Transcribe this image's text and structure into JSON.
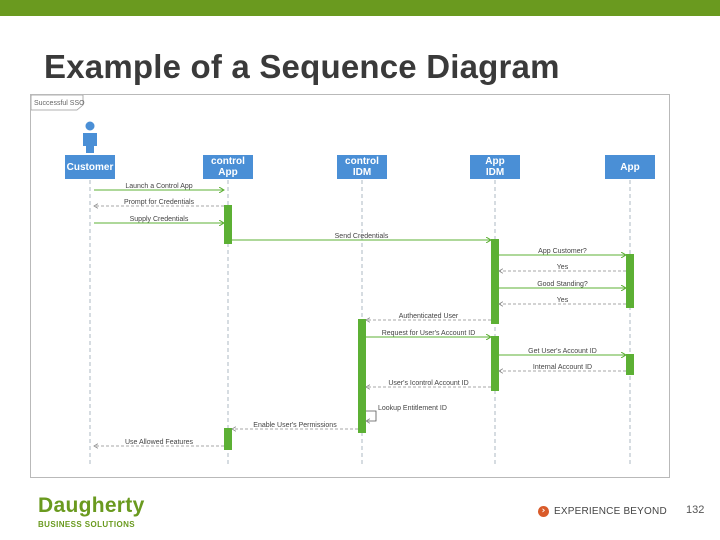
{
  "slide": {
    "title": "Example of a Sequence Diagram",
    "page_number": "132"
  },
  "branding": {
    "company_name": "Daugherty",
    "company_sub": "BUSINESS SOLUTIONS",
    "tagline": "EXPERIENCE BEYOND",
    "brand_color": "#6a9a1f",
    "accent_color": "#d95b2a"
  },
  "diagram": {
    "frame_label": "Successful SSO",
    "colors": {
      "header": "#4a8fd6",
      "activation": "#5cb034",
      "lifeline": "#9aa7b5"
    },
    "actor_icon": "person-icon",
    "participants": [
      {
        "id": "customer",
        "lines": [
          "Customer"
        ]
      },
      {
        "id": "control_app",
        "lines": [
          "control",
          "App"
        ]
      },
      {
        "id": "control_idm",
        "lines": [
          "control",
          "IDM"
        ]
      },
      {
        "id": "app_idm",
        "lines": [
          "App",
          "IDM"
        ]
      },
      {
        "id": "app",
        "lines": [
          "App"
        ]
      }
    ],
    "messages": [
      {
        "label": "Launch a Control App",
        "from": "customer",
        "to": "control_app",
        "kind": "call"
      },
      {
        "label": "Prompt for Credentials",
        "from": "control_app",
        "to": "customer",
        "kind": "return"
      },
      {
        "label": "Supply Credentials",
        "from": "customer",
        "to": "control_app",
        "kind": "call"
      },
      {
        "label": "Send Credentials",
        "from": "control_app",
        "to": "app_idm",
        "kind": "call"
      },
      {
        "label": "App Customer?",
        "from": "app_idm",
        "to": "app",
        "kind": "call"
      },
      {
        "label": "Yes",
        "from": "app",
        "to": "app_idm",
        "kind": "return"
      },
      {
        "label": "Good Standing?",
        "from": "app_idm",
        "to": "app",
        "kind": "call"
      },
      {
        "label": "Yes",
        "from": "app",
        "to": "app_idm",
        "kind": "return"
      },
      {
        "label": "Authenticated User",
        "from": "app_idm",
        "to": "control_idm",
        "kind": "return"
      },
      {
        "label": "Request for User's Account ID",
        "from": "control_idm",
        "to": "app_idm",
        "kind": "call"
      },
      {
        "label": "Get User's Account ID",
        "from": "app_idm",
        "to": "app",
        "kind": "call"
      },
      {
        "label": "Internal Account ID",
        "from": "app",
        "to": "app_idm",
        "kind": "return"
      },
      {
        "label": "User's Icontrol Account ID",
        "from": "app_idm",
        "to": "control_idm",
        "kind": "return"
      },
      {
        "label": "Lookup Entitlement ID",
        "from": "control_idm",
        "to": "control_idm",
        "kind": "self"
      },
      {
        "label": "Enable User's Permissions",
        "from": "control_idm",
        "to": "control_app",
        "kind": "return"
      },
      {
        "label": "Use Allowed Features",
        "from": "control_app",
        "to": "customer",
        "kind": "return"
      }
    ],
    "activations": [
      {
        "participant": "control_app",
        "from_msg": 1,
        "to_msg": 3
      },
      {
        "participant": "app_idm",
        "from_msg": 3,
        "to_msg": 8
      },
      {
        "participant": "app",
        "from_msg": 4,
        "to_msg": 7
      },
      {
        "participant": "control_idm",
        "from_msg": 8,
        "to_msg": 14
      },
      {
        "participant": "app_idm",
        "from_msg": 9,
        "to_msg": 12
      },
      {
        "participant": "app",
        "from_msg": 10,
        "to_msg": 11
      },
      {
        "participant": "control_app",
        "from_msg": 14,
        "to_msg": 15
      }
    ]
  }
}
